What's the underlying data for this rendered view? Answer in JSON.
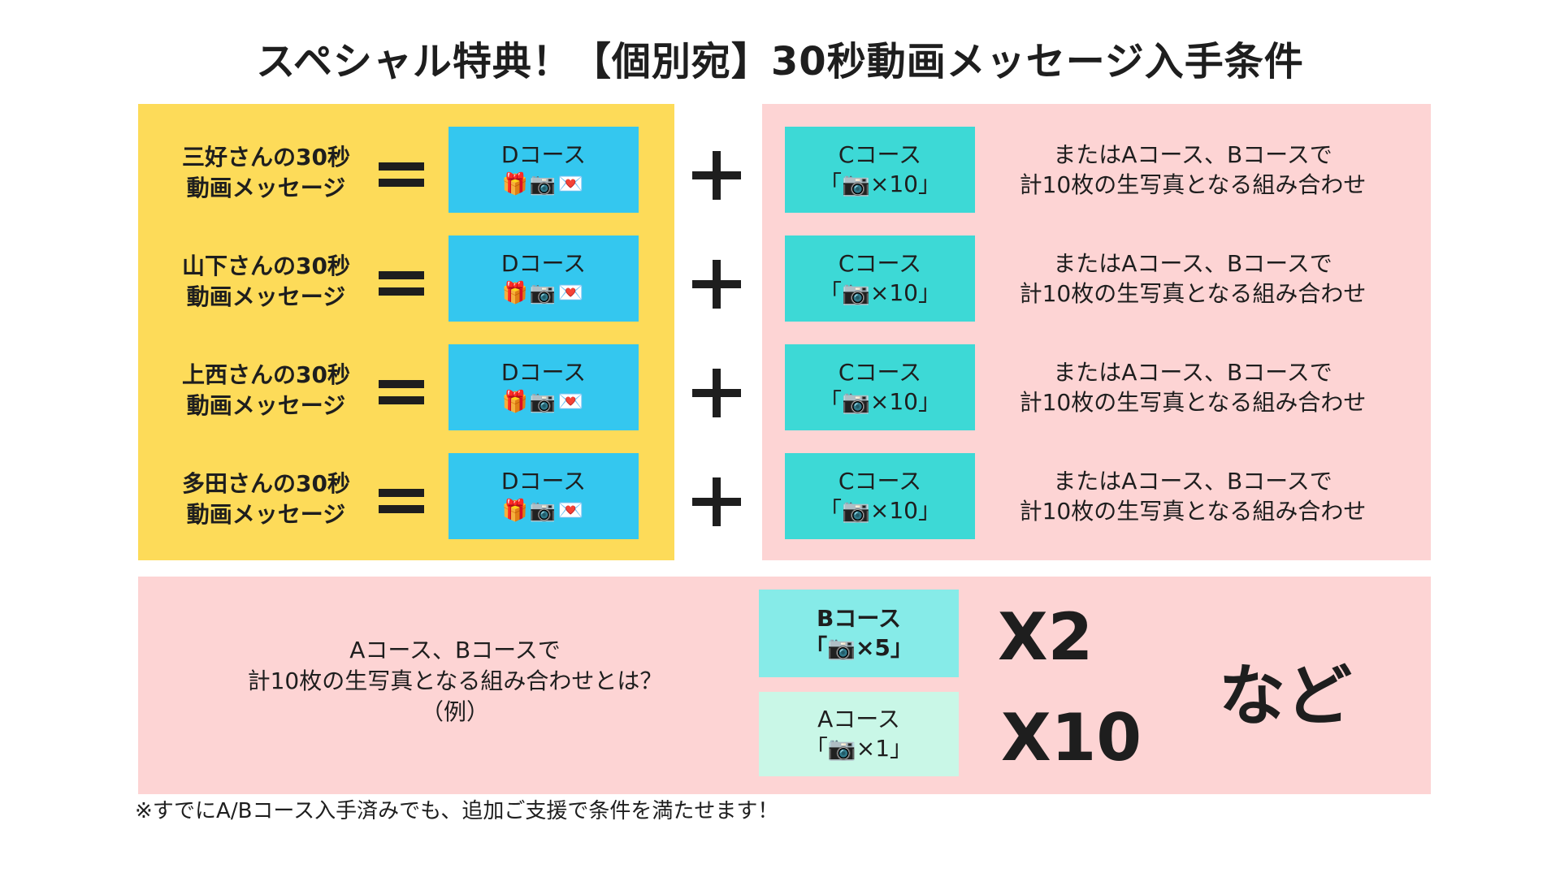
{
  "title": "スペシャル特典！【個別宛】30秒動画メッセージ入手条件",
  "rows": [
    {
      "name_line1": "三好さんの30秒",
      "name_line2": "動画メッセージ"
    },
    {
      "name_line1": "山下さんの30秒",
      "name_line2": "動画メッセージ"
    },
    {
      "name_line1": "上西さんの30秒",
      "name_line2": "動画メッセージ"
    },
    {
      "name_line1": "多田さんの30秒",
      "name_line2": "動画メッセージ"
    }
  ],
  "d_course": {
    "label": "Dコース",
    "icons": "🎁📷💌"
  },
  "c_course": {
    "label": "Cコース",
    "detail": "「📷×10」"
  },
  "alt": {
    "line1": "またはAコース、Bコースで",
    "line2": "計10枚の生写真となる組み合わせ"
  },
  "example": {
    "line1": "Aコース、Bコースで",
    "line2": "計10枚の生写真となる組み合わせとは？",
    "line3": "（例）",
    "b_label": "Bコース",
    "b_detail": "「📷×5」",
    "b_mult": "X2",
    "a_label": "Aコース",
    "a_detail": "「📷×1」",
    "a_mult": "X10",
    "etc": "など"
  },
  "note": "※すでにA/Bコース入手済みでも、追加ご支援で条件を満たせます！",
  "colors": {
    "left_panel": "#fddb59",
    "right_panel": "#fdd4d4",
    "d_box": "#34c7ef",
    "c_box": "#3dd9d6",
    "b_box": "#86ebe8",
    "a_box": "#c9f7e7"
  }
}
